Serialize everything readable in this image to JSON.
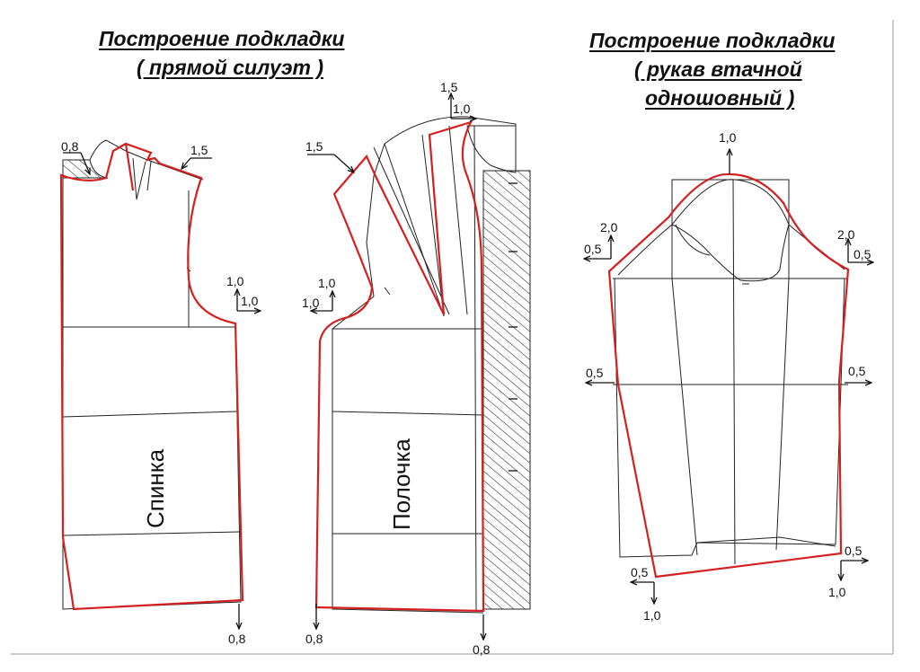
{
  "titles": {
    "left_line1": "Построение подкладки",
    "left_line2": "( прямой силуэт )",
    "right_line1": "Построение подкладки",
    "right_line2": "( рукав втачной",
    "right_line3": "одношовный )"
  },
  "pieces": {
    "back": "Спинка",
    "front": "Полочка"
  },
  "measures": {
    "back_neck": "0,8",
    "back_shoulder": "1,5",
    "back_armhole_up": "1,0",
    "back_armhole_side": "1,0",
    "back_hem": "0,8",
    "front_shoulder": "1,5",
    "front_neck_up": "1,5",
    "front_neck_side": "1,0",
    "front_armhole_up": "1,0",
    "front_armhole_side": "1,0",
    "front_hem_left": "0,8",
    "front_hem_right": "0,8",
    "sleeve_top": "1,0",
    "sleeve_left_up": "2,0",
    "sleeve_left_side": "0,5",
    "sleeve_right_up": "2,0",
    "sleeve_right_side": "0,5",
    "sleeve_elbow_left": "0,5",
    "sleeve_elbow_right": "0,5",
    "sleeve_bottom_left_side": "0,5",
    "sleeve_bottom_left_down": "1,0",
    "sleeve_bottom_right_side": "0,5",
    "sleeve_bottom_right_down": "1,0"
  },
  "colors": {
    "lining_outline": "#d42020",
    "draft_lines": "#222222",
    "hatching": "#333333"
  }
}
